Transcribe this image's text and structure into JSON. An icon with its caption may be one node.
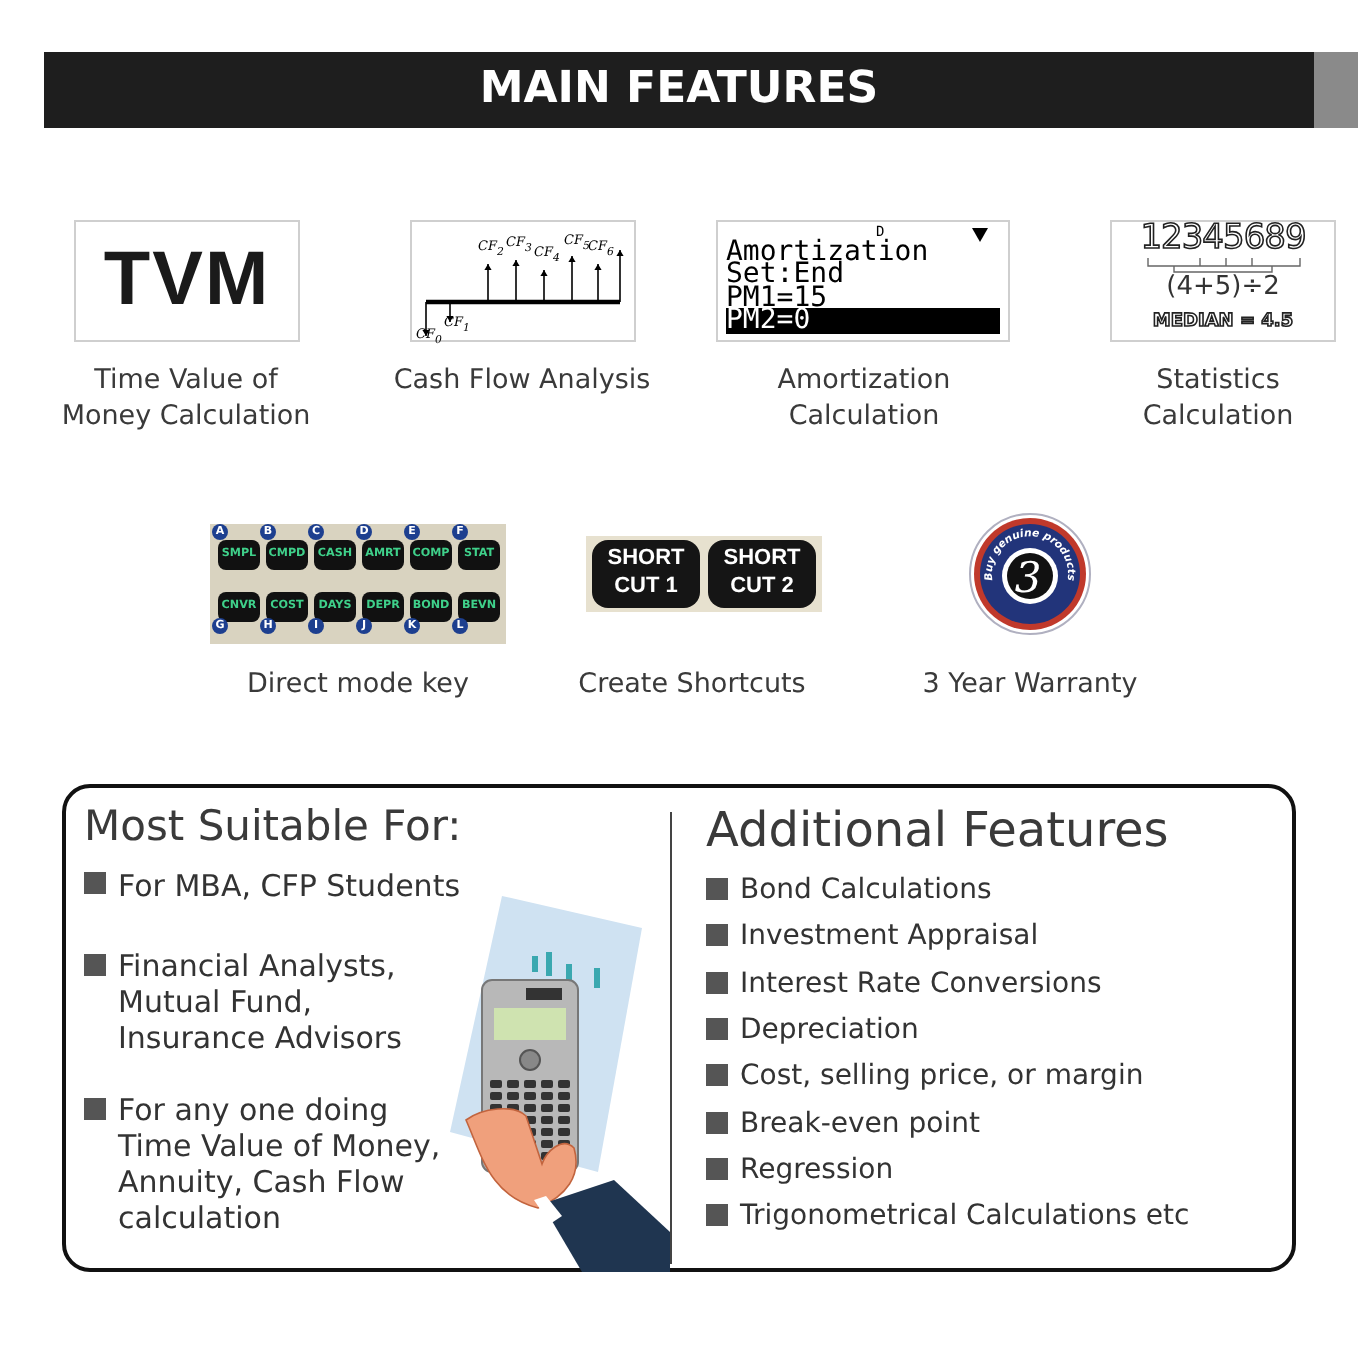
{
  "diagram": {
    "title": "MAIN FEATURES",
    "nodes": [
      {
        "text": [
          "TVM"
        ],
        "beside": [
          "Time Value of Money Calculation"
        ]
      },
      {
        "text": [
          "CF$_{0}$",
          "CF$_{1}$",
          "CF$_{2}$",
          "CF$_{3}$",
          "CF$_{4}$",
          "CF$_{5}$",
          "CF$_{6}$"
        ],
        "beside": [
          "Cash Flow Analysis"
        ]
      },
      {
        "text": [
          "D",
          "Amortization",
          "Set:End",
          "PM1=15",
          "PM2=0"
        ],
        "beside": [
          "Amortization Calculation"
        ]
      },
      {
        "text": [
          "12345689",
          "(4+5)÷2",
          "MEDIAN = 4.5"
        ],
        "beside": [
          "Statistics Calculation"
        ]
      },
      {
        "text": [
          "SMPL",
          "CMPD",
          "CASH",
          "AMRT",
          "COMP",
          "STAT",
          "CNVR",
          "COST",
          "DAYS",
          "DEPR",
          "BOND",
          "BEVN",
          "A",
          "B",
          "C",
          "D",
          "E",
          "F",
          "G",
          "H",
          "I",
          "J",
          "K",
          "L"
        ],
        "beside": [
          "Direct mode key"
        ]
      },
      {
        "text": [
          "SHORT CUT 1",
          "SHORT CUT 2"
        ],
        "beside": [
          "Create Shortcuts"
        ]
      },
      {
        "text": [
          "Buy genuine products",
          "3"
        ],
        "beside": [
          "3 Year Warranty"
        ]
      },
      {
        "text": [
          "Most Suitable For:",
          "For MBA, CFP Students",
          "Financial Analysts, Mutual Fund, Insurance Advisors",
          "For any one doing Time Value of Money,  Annuity, Cash Flow calculation",
          "Additional Features",
          "Bond Calculations",
          "Investment Appraisal",
          "Interest Rate Conversions",
          "Depreciation",
          "Cost, selling price, or margin",
          "Break-even point",
          "Regression",
          "Trigonometrical Calculations etc"
        ]
      }
    ]
  }
}
